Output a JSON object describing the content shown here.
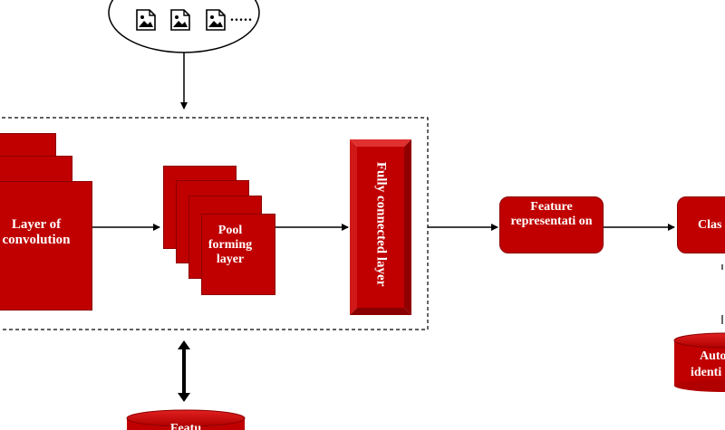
{
  "input_images": {
    "ellipsis": "....."
  },
  "conv_layer": {
    "label": "Layer of convolution"
  },
  "pool_layer": {
    "label": "Pool forming layer"
  },
  "fc_layer": {
    "label": "Fully connected layer"
  },
  "feature_representation": {
    "label": "Feature representati on"
  },
  "classifier": {
    "label": "Clas"
  },
  "auto_identification": {
    "line1": "Auto",
    "line2": "identi"
  },
  "feature_db": {
    "label": "Featu"
  },
  "colors": {
    "block_red": "#c00000",
    "block_border": "#8c0000",
    "arrow": "#000000",
    "background": "#ffffff"
  }
}
